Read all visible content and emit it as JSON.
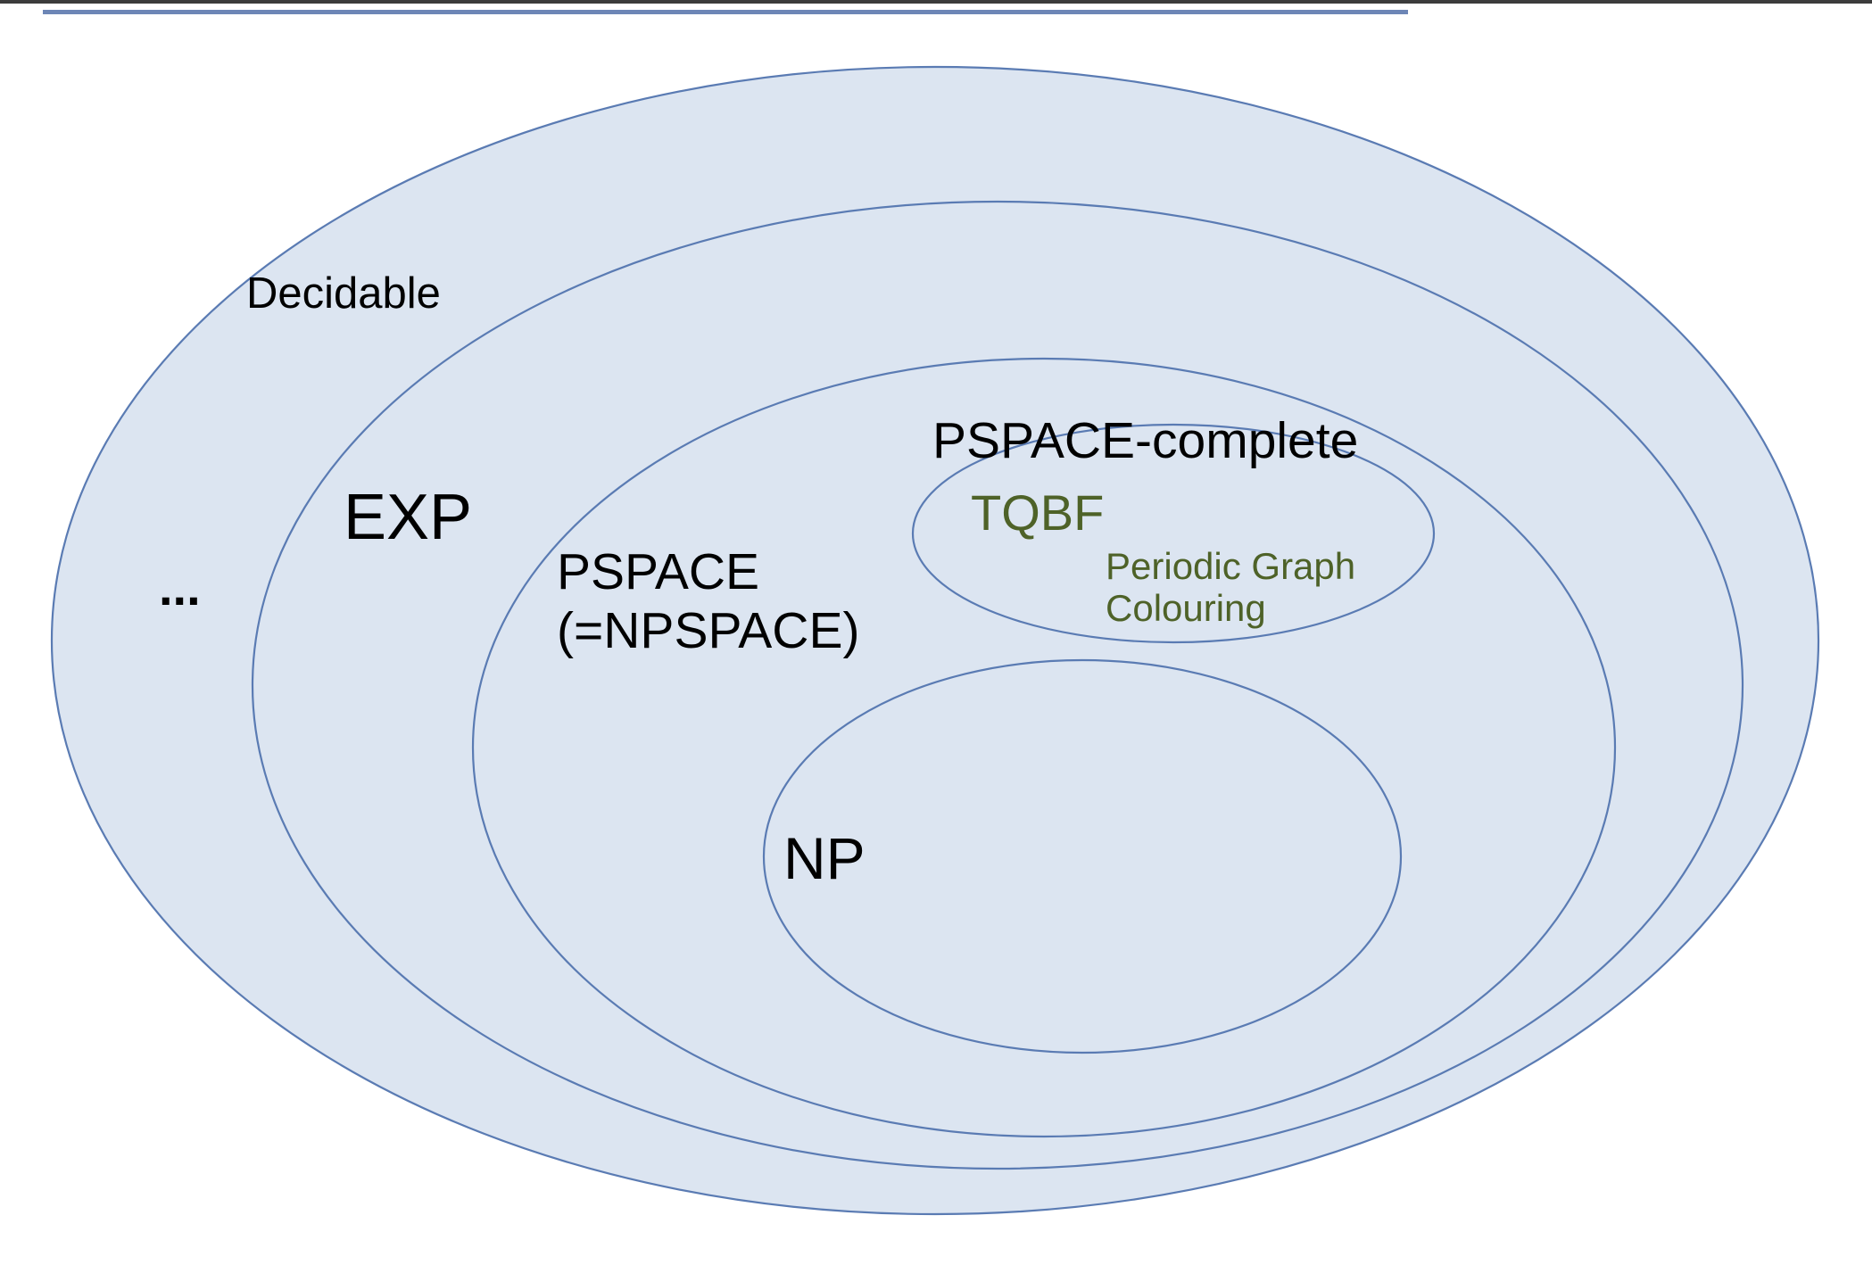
{
  "diagram": {
    "type": "nested-sets",
    "colors": {
      "set_fill": "#dce5f1",
      "set_stroke": "#5a7bb3",
      "class_label": "#000000",
      "problem_label": "#4e6228",
      "title_rule": "#6d86b6"
    },
    "sets": [
      {
        "label": "Decidable"
      },
      {
        "label": "EXP"
      },
      {
        "label": "PSPACE\n(=NPSPACE)"
      },
      {
        "label": "PSPACE-complete"
      },
      {
        "label": "NP"
      }
    ],
    "other_label": "...",
    "problems": [
      {
        "label": "TQBF"
      },
      {
        "label": "Periodic Graph\nColouring"
      }
    ]
  }
}
